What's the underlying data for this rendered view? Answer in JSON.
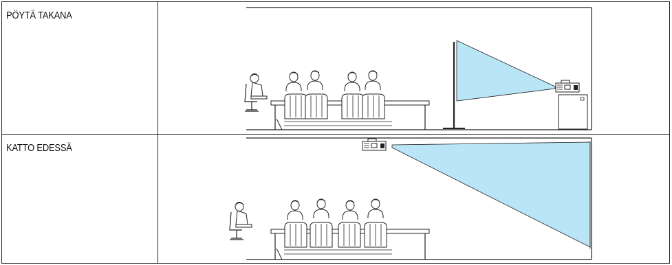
{
  "rows": [
    {
      "label": "PÖYTÄ TAKANA",
      "illustration": {
        "setup": "rear-desk",
        "projector_icon": "projector-icon",
        "screen_icon": "projection-screen-icon",
        "audience_icon": "seated-audience-icon",
        "beam_color": "#b9e5f7"
      }
    },
    {
      "label": "KATTO EDESSÄ",
      "illustration": {
        "setup": "front-ceiling",
        "projector_icon": "projector-icon",
        "screen_icon": "projection-screen-icon",
        "audience_icon": "seated-audience-icon",
        "beam_color": "#b9e5f7"
      }
    }
  ]
}
